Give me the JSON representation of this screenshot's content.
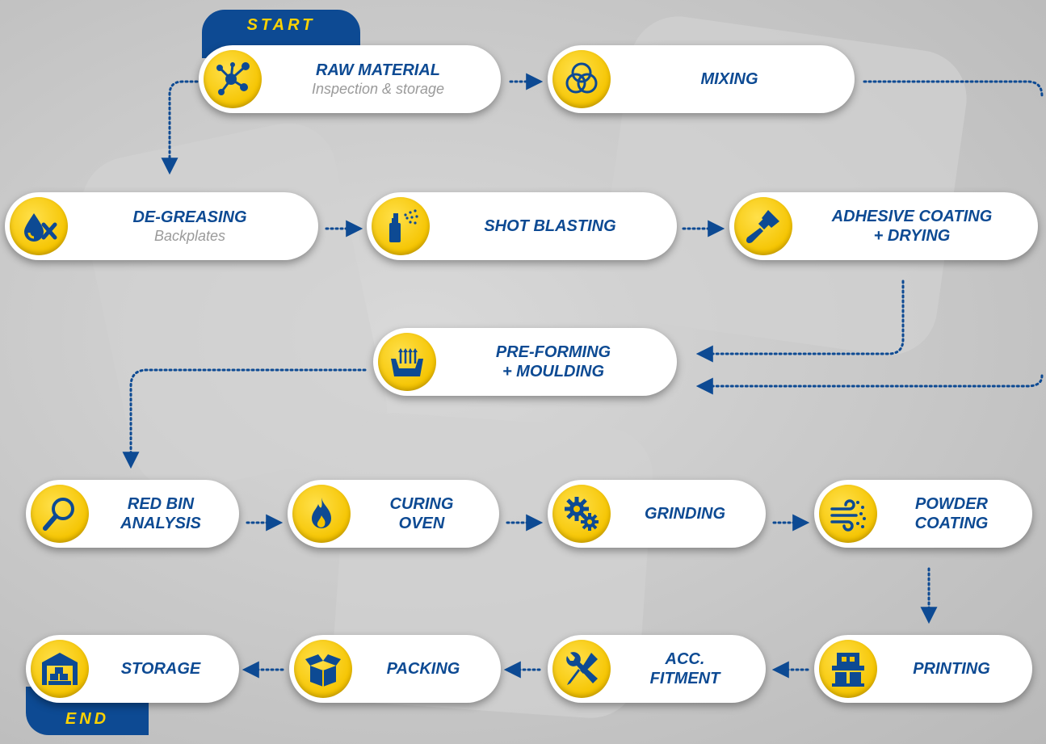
{
  "badges": {
    "start": "START",
    "end": "END"
  },
  "colors": {
    "brand_blue": "#0d4a93",
    "accent_yellow": "#f5c400"
  },
  "steps": [
    {
      "id": "raw-material",
      "title": "RAW MATERIAL",
      "subtitle": "Inspection & storage",
      "icon": "molecule-icon"
    },
    {
      "id": "mixing",
      "title": "MIXING",
      "icon": "venn-circles-icon"
    },
    {
      "id": "de-greasing",
      "title": "DE-GREASING",
      "subtitle": "Backplates",
      "icon": "drop-cross-icon"
    },
    {
      "id": "shot-blasting",
      "title": "SHOT BLASTING",
      "icon": "spray-can-icon"
    },
    {
      "id": "adhesive-coating",
      "title": "ADHESIVE COATING\n+ DRYING",
      "icon": "paint-brush-icon"
    },
    {
      "id": "pre-forming",
      "title": "PRE-FORMING\n+ MOULDING",
      "icon": "mould-tray-icon"
    },
    {
      "id": "red-bin-analysis",
      "title": "RED BIN\nANALYSIS",
      "icon": "magnifier-icon"
    },
    {
      "id": "curing-oven",
      "title": "CURING\nOVEN",
      "icon": "flame-icon"
    },
    {
      "id": "grinding",
      "title": "GRINDING",
      "icon": "gears-icon"
    },
    {
      "id": "powder-coating",
      "title": "POWDER\nCOATING",
      "icon": "wind-icon"
    },
    {
      "id": "storage",
      "title": "STORAGE",
      "icon": "warehouse-icon"
    },
    {
      "id": "packing",
      "title": "PACKING",
      "icon": "box-icon"
    },
    {
      "id": "acc-fitment",
      "title": "ACC.\nFITMENT",
      "icon": "tools-icon"
    },
    {
      "id": "printing",
      "title": "PRINTING",
      "icon": "printer-machine-icon"
    }
  ]
}
